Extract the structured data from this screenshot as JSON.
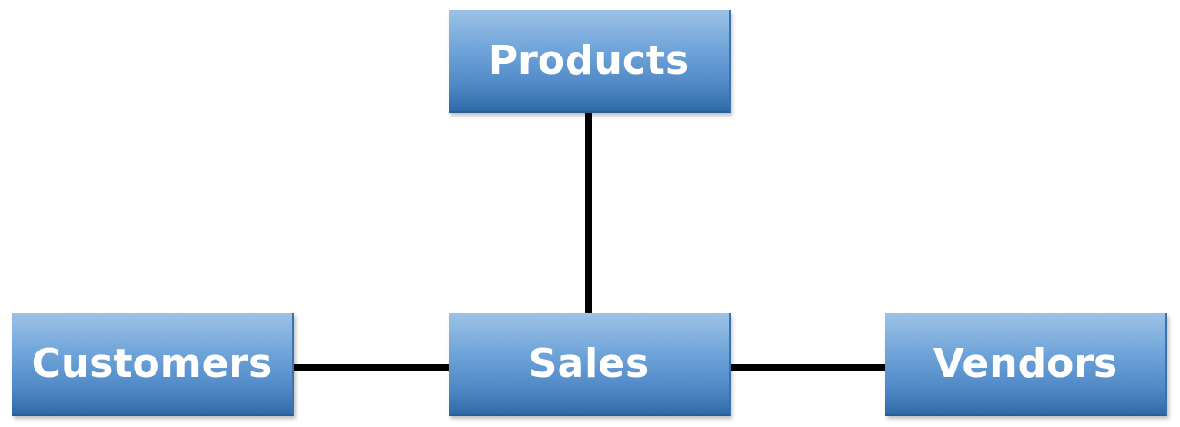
{
  "diagram": {
    "nodes": {
      "products": {
        "label": "Products"
      },
      "customers": {
        "label": "Customers"
      },
      "sales": {
        "label": "Sales"
      },
      "vendors": {
        "label": "Vendors"
      }
    },
    "edges": [
      {
        "from": "products",
        "to": "sales"
      },
      {
        "from": "customers",
        "to": "sales"
      },
      {
        "from": "sales",
        "to": "vendors"
      }
    ],
    "colors": {
      "box_top": "#9cc2e6",
      "box_bottom": "#2f6aa8",
      "text": "#ffffff",
      "connector": "#000000"
    }
  }
}
